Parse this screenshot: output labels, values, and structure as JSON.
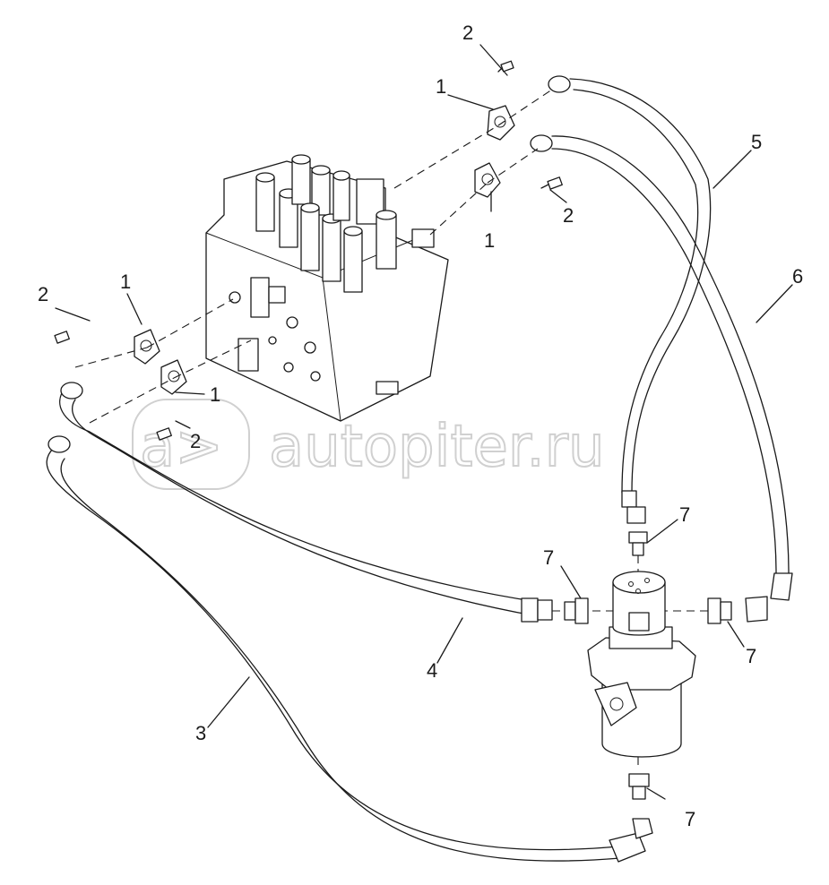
{
  "watermark": {
    "text": "autopiter.ru",
    "logo_glyph": "a>"
  },
  "callouts": [
    {
      "label": "1"
    },
    {
      "label": "2"
    },
    {
      "label": "1"
    },
    {
      "label": "2"
    },
    {
      "label": "1"
    },
    {
      "label": "1"
    },
    {
      "label": "2"
    },
    {
      "label": "2"
    },
    {
      "label": "5"
    },
    {
      "label": "6"
    },
    {
      "label": "7"
    },
    {
      "label": "7"
    },
    {
      "label": "7"
    },
    {
      "label": "7"
    },
    {
      "label": "4"
    },
    {
      "label": "3"
    }
  ],
  "colors": {
    "line": "#1a1a1a",
    "watermark": "#d0d0d0"
  }
}
